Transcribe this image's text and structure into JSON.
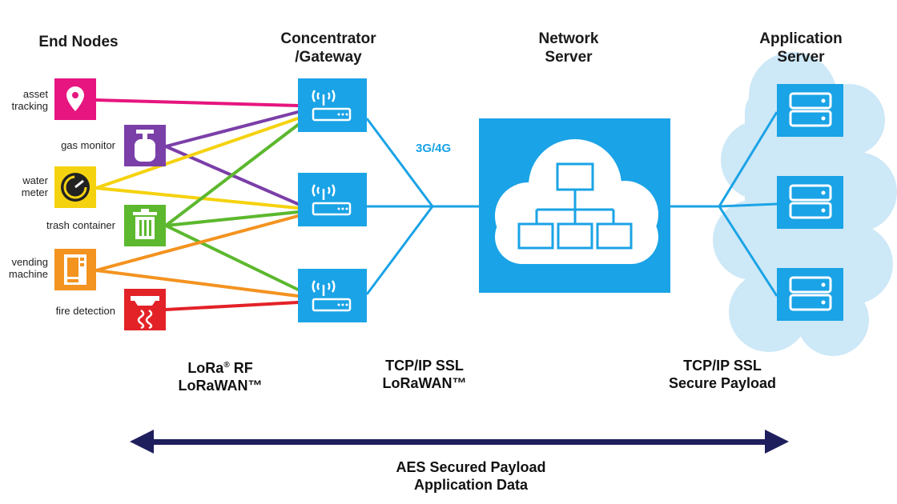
{
  "headers": {
    "end_nodes": "End Nodes",
    "gateway_line1": "Concentrator",
    "gateway_line2": "/Gateway",
    "network_line1": "Network",
    "network_line2": "Server",
    "app_line1": "Application",
    "app_line2": "Server"
  },
  "nodes": [
    {
      "line1": "asset",
      "line2": "tracking",
      "color": "#e6157f",
      "icon": "location-pin-icon"
    },
    {
      "line1": "gas monitor",
      "line2": "",
      "color": "#7b3fa8",
      "icon": "gas-cylinder-icon"
    },
    {
      "line1": "water",
      "line2": "meter",
      "color": "#f5d20f",
      "icon": "gauge-icon"
    },
    {
      "line1": "trash container",
      "line2": "",
      "color": "#5cb82e",
      "icon": "trash-can-icon"
    },
    {
      "line1": "vending",
      "line2": "machine",
      "color": "#f39320",
      "icon": "vending-machine-icon"
    },
    {
      "line1": "fire detection",
      "line2": "",
      "color": "#e32227",
      "icon": "smoke-detector-icon"
    }
  ],
  "backhaul_label": "3G/4G",
  "protocols": {
    "rf_line1": "LoRa",
    "rf_reg": "®",
    "rf_line1_suffix": " RF",
    "rf_line2": "LoRaWAN™",
    "tcp_line1": "TCP/IP SSL",
    "tcp_line2": "LoRaWAN™",
    "secure_line1": "TCP/IP SSL",
    "secure_line2": "Secure Payload"
  },
  "footer": {
    "line1": "AES Secured Payload",
    "line2": "Application Data"
  },
  "colors": {
    "blue": "#1aa3e6",
    "cloud": "#cde8f7",
    "arrow": "#1f1f5e"
  }
}
